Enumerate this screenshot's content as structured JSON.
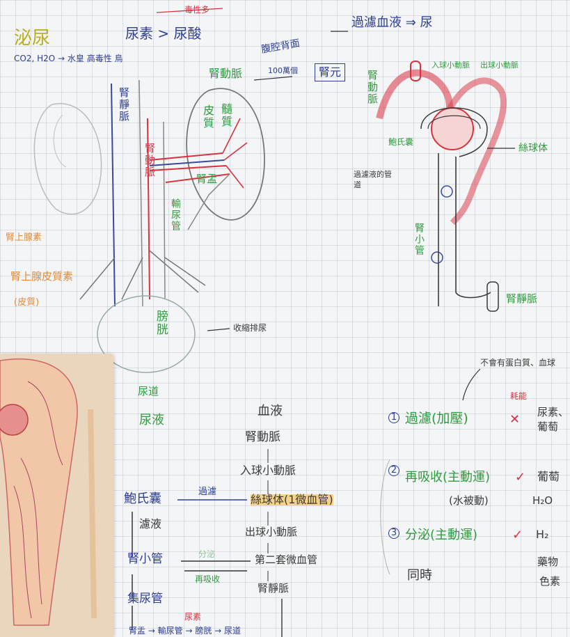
{
  "notes": {
    "title": "泌尿",
    "waste_order": "尿素 > 尿酸",
    "toxicity_arrow": "毒性多",
    "waste_sub": "CO2, H2O → 水皇   高毒性    鳥",
    "filter_heading": "過濾血液 ⇒ 尿",
    "abdominal_wall": "腹腔背面",
    "count_label": "100萬個",
    "nephron_box": "腎元",
    "renal_artery_label": "腎動脈",
    "renal_artery_label_right": "腎動脈",
    "afferent": "入球小動脈",
    "efferent": "出球小動脈",
    "glomerulus": "絲球体",
    "bowman_capsule": "鮑氏囊",
    "tubule_fluid": "過濾液的管道",
    "renal_tubule": "腎小管",
    "renal_vein_right": "腎靜脈",
    "renal_vein_left": "腎靜脈",
    "renal_artery_left": "腎動脈",
    "renal_pelvis": "腎盂",
    "cortex": "皮質",
    "medulla": "髓質",
    "ureter": "輸尿管",
    "adrenal": "腎上腺素",
    "adrenal_cortex_label": "腎上腺皮質素",
    "adrenal_cortex_sub": "(皮質)",
    "bladder": "膀胱",
    "bladder_note": "收縮排尿",
    "urethra": "尿道",
    "urine": "尿液",
    "blood_flow": {
      "head": "血液",
      "steps": [
        "腎動脈",
        "入球小動脈",
        "絲球体(1微血管)",
        "出球小動脈",
        "第二套微血管",
        "腎靜脈"
      ]
    },
    "urine_flow": {
      "steps": [
        "鮑氏囊",
        "濾液",
        "腎小管",
        "集尿管"
      ],
      "filter_arrow": "過濾",
      "secrete_arrow": "分泌",
      "reabsorb_arrow": "再吸收",
      "bottom_partial": "腎盂 → 輸尿管 → 膀胱 → 尿道",
      "bottom_red": "尿素"
    },
    "processes": {
      "top_note": "不會有蛋白質、血球",
      "function_note": "耗能",
      "items": [
        {
          "num": "1",
          "label": "過濾(加壓)",
          "mark": "✕",
          "right": "尿素、葡萄"
        },
        {
          "num": "2",
          "label": "再吸收(主動運)",
          "mark": "✓",
          "right": "葡萄",
          "sub": "(水被動)",
          "sub_right": "H₂O"
        },
        {
          "num": "3",
          "label": "分泌(主動運)",
          "mark": "✓",
          "right": "H₂",
          "right2": "藥物",
          "right3": "色素"
        }
      ],
      "simultaneous": "同時"
    }
  }
}
